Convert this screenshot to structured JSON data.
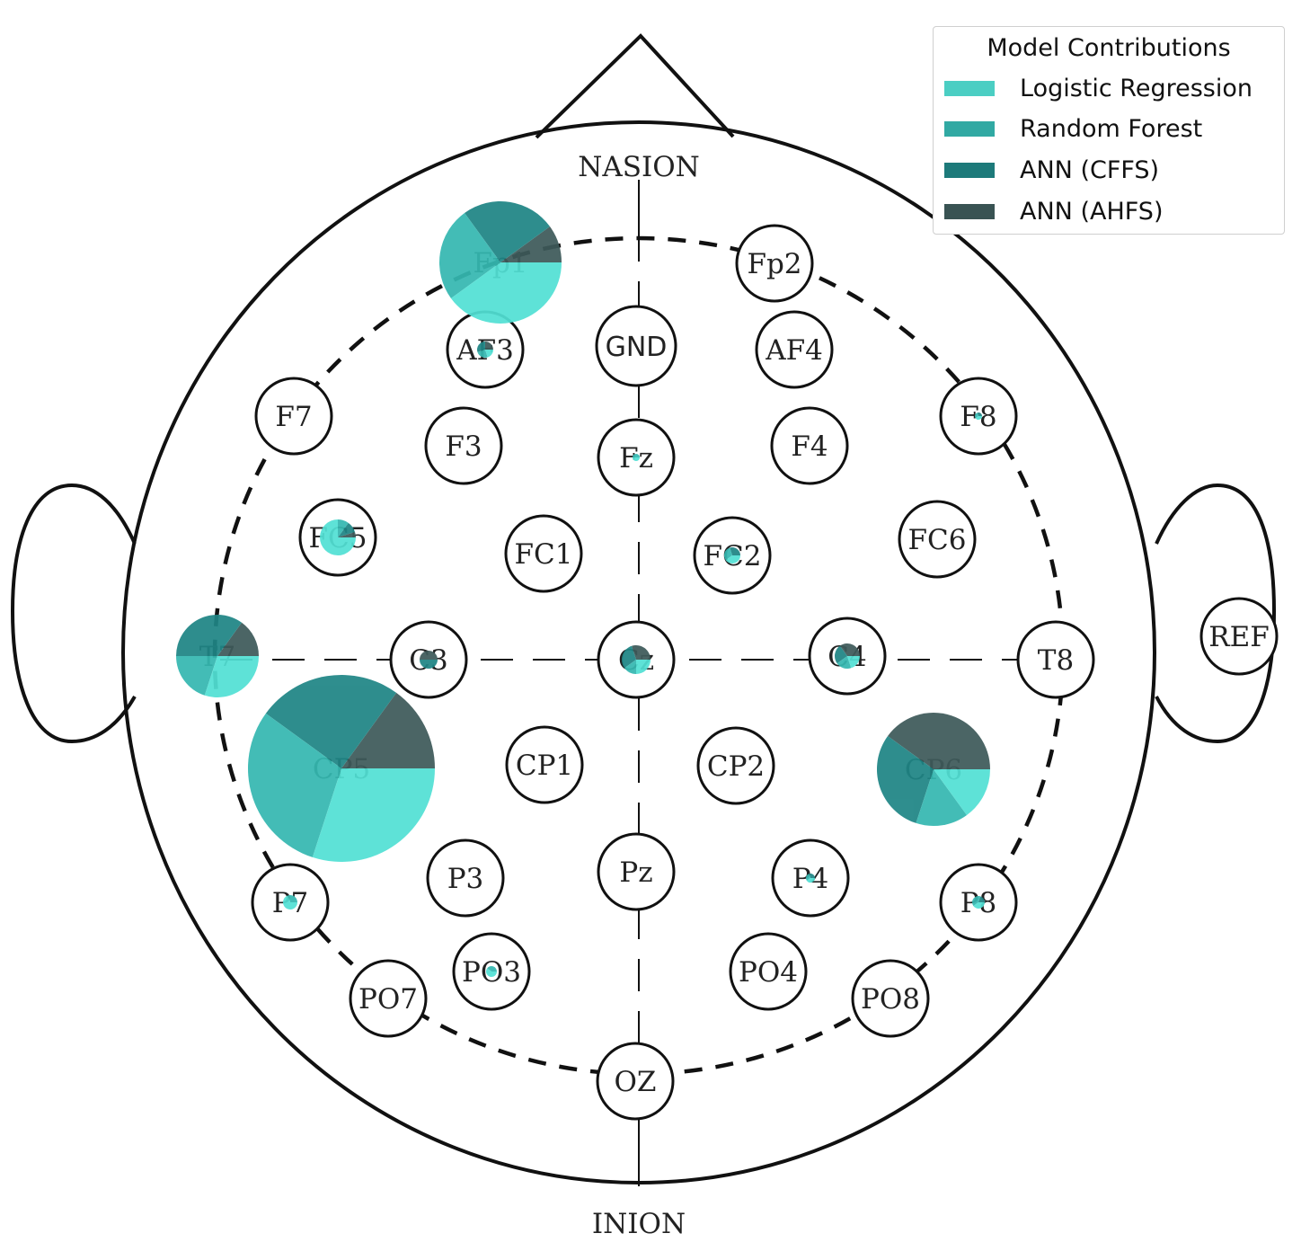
{
  "legend": {
    "title": "Model Contributions",
    "items": [
      {
        "label": "Logistic Regression",
        "color": "#52e0d4"
      },
      {
        "label": "Random Forest",
        "color": "#35b8b1"
      },
      {
        "label": "ANN (CFFS)",
        "color": "#1f8585"
      },
      {
        "label": "ANN (AHFS)",
        "color": "#3e5a5a"
      }
    ]
  },
  "landmarks": {
    "nasion": "NASION",
    "inion": "INION"
  },
  "electrodes": [
    {
      "id": "Fp1",
      "label": "Fp1",
      "contrib": [
        0.4,
        0.25,
        0.25,
        0.1
      ]
    },
    {
      "id": "Fp2",
      "label": "Fp2",
      "contrib": null
    },
    {
      "id": "GND",
      "label": "GND",
      "contrib": null
    },
    {
      "id": "AF3",
      "label": "AF3",
      "contrib": [
        0.2,
        0.25,
        0.3,
        0.25
      ]
    },
    {
      "id": "AF4",
      "label": "AF4",
      "contrib": null
    },
    {
      "id": "F7",
      "label": "F7",
      "contrib": null
    },
    {
      "id": "F3",
      "label": "F3",
      "contrib": null
    },
    {
      "id": "Fz",
      "label": "Fz",
      "contrib": [
        0.5,
        0.5,
        0,
        0
      ]
    },
    {
      "id": "F4",
      "label": "F4",
      "contrib": null
    },
    {
      "id": "F8",
      "label": "F8",
      "contrib": [
        0.4,
        0.3,
        0.3,
        0
      ]
    },
    {
      "id": "FC5",
      "label": "FC5",
      "contrib": [
        0.75,
        0.1,
        0.1,
        0.05
      ]
    },
    {
      "id": "FC1",
      "label": "FC1",
      "contrib": null
    },
    {
      "id": "FC2",
      "label": "FC2",
      "contrib": [
        0.4,
        0.3,
        0.3,
        0
      ]
    },
    {
      "id": "FC6",
      "label": "FC6",
      "contrib": null
    },
    {
      "id": "T7",
      "label": "T7",
      "contrib": [
        0.3,
        0.2,
        0.35,
        0.15
      ]
    },
    {
      "id": "C3",
      "label": "C3",
      "contrib": [
        0,
        0,
        0.5,
        0.5
      ]
    },
    {
      "id": "Cz",
      "label": "Cz",
      "contrib": [
        0.25,
        0.15,
        0.3,
        0.3
      ]
    },
    {
      "id": "C4",
      "label": "C4",
      "contrib": [
        0.2,
        0.2,
        0.25,
        0.35
      ]
    },
    {
      "id": "T8",
      "label": "T8",
      "contrib": null
    },
    {
      "id": "CP5",
      "label": "CP5",
      "contrib": [
        0.3,
        0.3,
        0.25,
        0.15
      ]
    },
    {
      "id": "CP1",
      "label": "CP1",
      "contrib": null
    },
    {
      "id": "CP2",
      "label": "CP2",
      "contrib": null
    },
    {
      "id": "CP6",
      "label": "CP6",
      "contrib": [
        0.15,
        0.15,
        0.3,
        0.4
      ]
    },
    {
      "id": "P7",
      "label": "P7",
      "contrib": [
        0.7,
        0.3,
        0,
        0
      ]
    },
    {
      "id": "P3",
      "label": "P3",
      "contrib": null
    },
    {
      "id": "Pz",
      "label": "Pz",
      "contrib": null
    },
    {
      "id": "P4",
      "label": "P4",
      "contrib": [
        0.4,
        0.3,
        0.3,
        0
      ]
    },
    {
      "id": "P8",
      "label": "P8",
      "contrib": [
        0.4,
        0.4,
        0.2,
        0
      ]
    },
    {
      "id": "PO7",
      "label": "PO7",
      "contrib": null
    },
    {
      "id": "PO3",
      "label": "PO3",
      "contrib": [
        0.6,
        0.4,
        0,
        0
      ]
    },
    {
      "id": "PO4",
      "label": "PO4",
      "contrib": null
    },
    {
      "id": "PO8",
      "label": "PO8",
      "contrib": null
    },
    {
      "id": "OZ",
      "label": "OZ",
      "contrib": null
    },
    {
      "id": "REF",
      "label": "REF",
      "contrib": null
    }
  ]
}
